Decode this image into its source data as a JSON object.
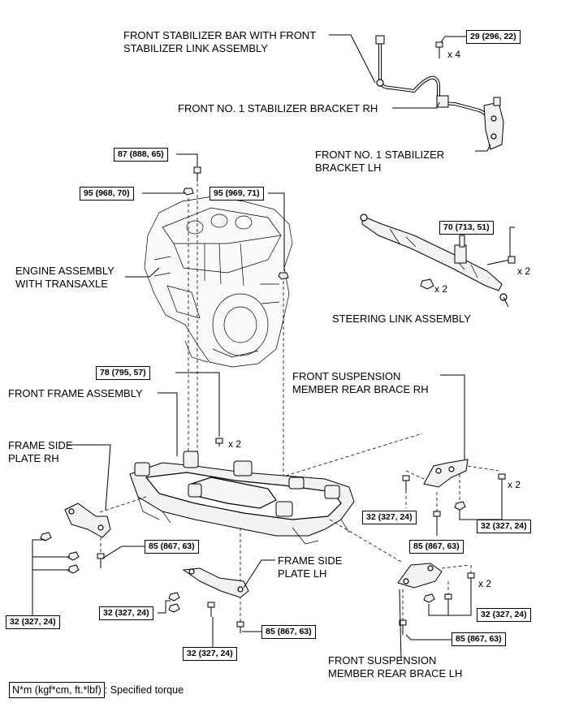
{
  "labels": {
    "stab_bar": "FRONT STABILIZER BAR WITH FRONT",
    "stab_bar_2": "STABILIZER LINK ASSEMBLY",
    "bracket_rh": "FRONT NO. 1 STABILIZER BRACKET RH",
    "bracket_lh": "FRONT NO. 1 STABILIZER",
    "bracket_lh_2": "BRACKET LH",
    "engine": "ENGINE ASSEMBLY",
    "engine_2": "WITH TRANSAXLE",
    "steering": "STEERING LINK ASSEMBLY",
    "rear_brace_rh": "FRONT SUSPENSION",
    "rear_brace_rh_2": "MEMBER REAR BRACE RH",
    "frame": "FRONT FRAME ASSEMBLY",
    "side_plate_rh": "FRAME SIDE",
    "side_plate_rh_2": "PLATE RH",
    "side_plate_lh": "FRAME SIDE",
    "side_plate_lh_2": "PLATE LH",
    "rear_brace_lh": "FRONT SUSPENSION",
    "rear_brace_lh_2": "MEMBER REAR BRACE LH"
  },
  "torques": {
    "t_stab": "29 (296, 22)",
    "t_eng_top": "87 (888, 65)",
    "t_eng_left": "95 (968, 70)",
    "t_eng_right": "95 (969, 71)",
    "t_steer": "70 (713, 51)",
    "t_frame": "78 (795, 57)",
    "t_rh_brace_left": "32 (327, 24)",
    "t_rh_brace_right": "32 (327, 24)",
    "t_rh_brace_bottom": "85 (867, 63)",
    "t_rh_plate_bolt": "85 (867, 63)",
    "t_rh_plate_left": "32 (327, 24)",
    "t_lh_plate_left": "32 (327, 24)",
    "t_lh_plate_bottom": "32 (327, 24)",
    "t_lh_plate_bolt": "85 (867, 63)",
    "t_lh_brace_right": "32 (327, 24)",
    "t_lh_brace_bottom": "85 (867, 63)"
  },
  "quantities": {
    "q_stab": "x 4",
    "q_steer_bolt": "x 2",
    "q_steer_nut": "x 2",
    "q_frame": "x 2",
    "q_rh_brace": "x 2",
    "q_lh_brace": "x 2"
  },
  "legend": {
    "unit": "N*m (kgf*cm, ft.*lbf)",
    "text": ": Specified torque"
  }
}
